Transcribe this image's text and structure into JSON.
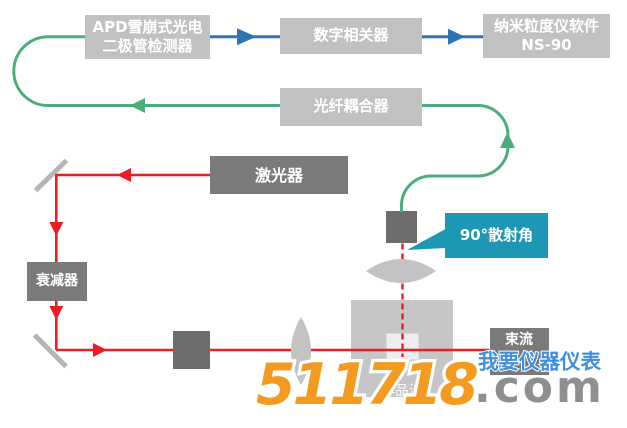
{
  "diagram_title": "nanoparticle-size-analyzer-optical-layout",
  "nodes": {
    "apd_detector": {
      "label_line1": "APD雪崩式光电",
      "label_line2": "二极管检测器"
    },
    "correlator": {
      "label": "数字相关器"
    },
    "software": {
      "label_line1": "纳米粒度仪软件",
      "label_line2": "NS-90"
    },
    "fiber_coupler": {
      "label": "光纤耦合器"
    },
    "laser": {
      "label": "激光器"
    },
    "attenuator": {
      "label": "衰减器"
    },
    "beam_dump": {
      "label": "束流"
    },
    "sample_cell": {
      "label": "样品池"
    },
    "scatter_angle_callout": {
      "label": "90°散射角"
    }
  },
  "watermark": {
    "digits": "511718",
    "domain": ".com",
    "slogan": "我要仪器仪表"
  },
  "colors": {
    "light_gray_box": "#c1c1c1",
    "dark_gray_box": "#7a7a7a",
    "small_square": "#6d6d6d",
    "chamber": "#c6c6c6",
    "inner_cell": "#ededed",
    "mirror": "#b5b5b5",
    "lens": "#c3c3c3",
    "signal_blue": "#2e74b5",
    "fiber_green": "#4bad7c",
    "beam_red": "#ed1c24",
    "callout_teal": "#1e97b5",
    "watermark_orange": "#f49a1f",
    "watermark_gray": "#8f8f8f",
    "watermark_blue": "#3f8fde"
  }
}
